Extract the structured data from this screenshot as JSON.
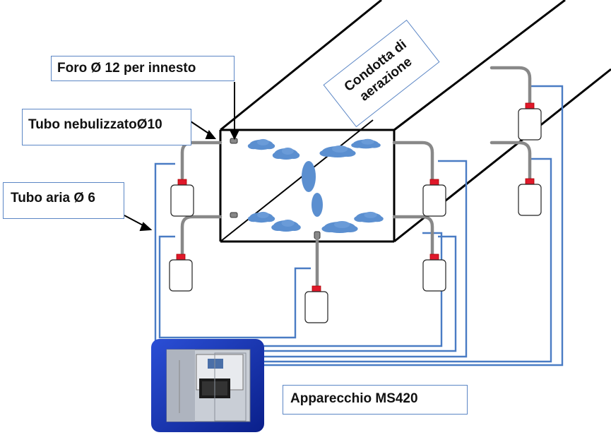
{
  "labels": {
    "foro": "Foro Ø 12 per innesto",
    "tubo_nebulizzato": "Tubo nebulizzatoØ10",
    "tubo_aria": "Tubo aria Ø 6",
    "condotta_line1": "Condotta di",
    "condotta_line2": "aerazione",
    "apparecchio": "Apparecchio MS420"
  },
  "icons": {
    "machine": "ms420-device-icon",
    "bottle": "nebulizer-bottle-icon",
    "cloud": "mist-cloud-icon"
  },
  "colors": {
    "air_tube": "#4a7cc4",
    "mist": "#5b8fd0",
    "bottle_cap": "#e0182a",
    "nebulized_tube": "#888888",
    "duct": "#000000",
    "label_border": "#5b86c5"
  }
}
